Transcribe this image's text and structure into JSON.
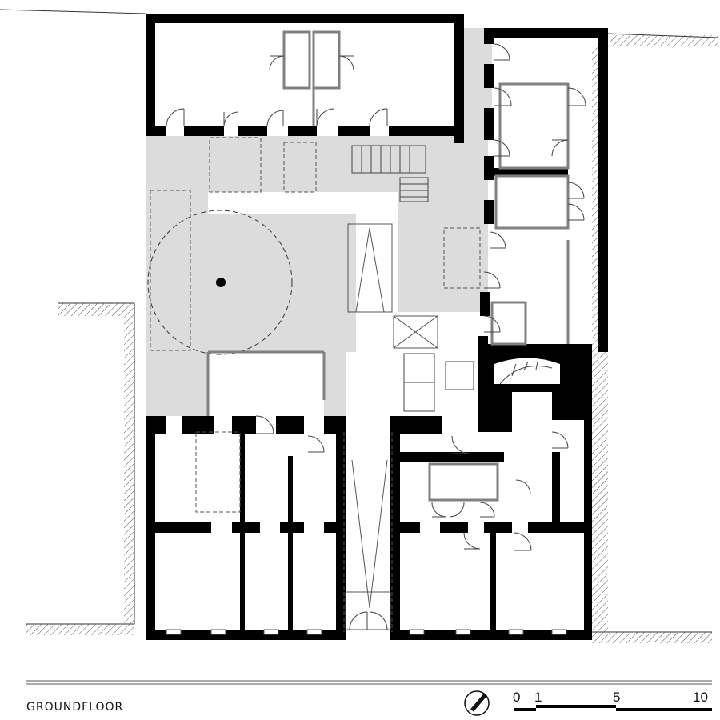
{
  "title": "GROUNDFLOOR",
  "north_arrow_icon": "north-arrow-icon",
  "scale_bar": {
    "ticks": [
      "0",
      "1",
      "5",
      "10"
    ],
    "unit_hint": ""
  },
  "colors": {
    "wall": "#000000",
    "partition": "#808080",
    "floor_fill": "#dcdcdc",
    "hatch": "#555555",
    "background": "#ffffff"
  }
}
